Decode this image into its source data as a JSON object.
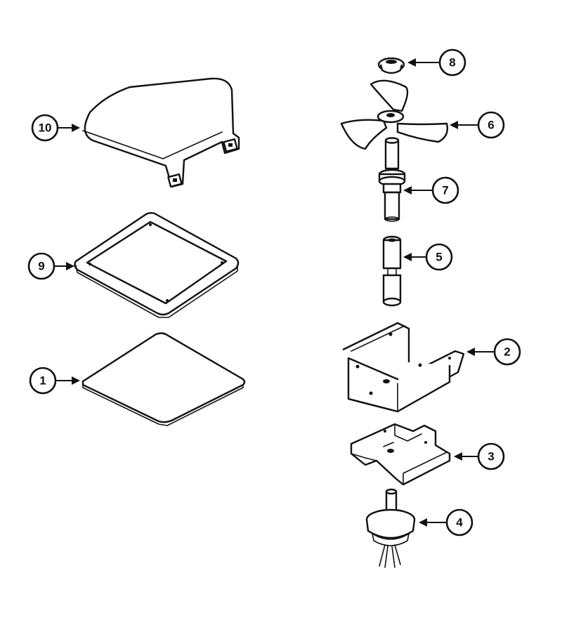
{
  "callouts": {
    "c1": "1",
    "c2": "2",
    "c3": "3",
    "c4": "4",
    "c5": "5",
    "c6": "6",
    "c7": "7",
    "c8": "8",
    "c9": "9",
    "c10": "10"
  },
  "colors": {
    "ink": "#111111",
    "background": "#ffffff"
  }
}
